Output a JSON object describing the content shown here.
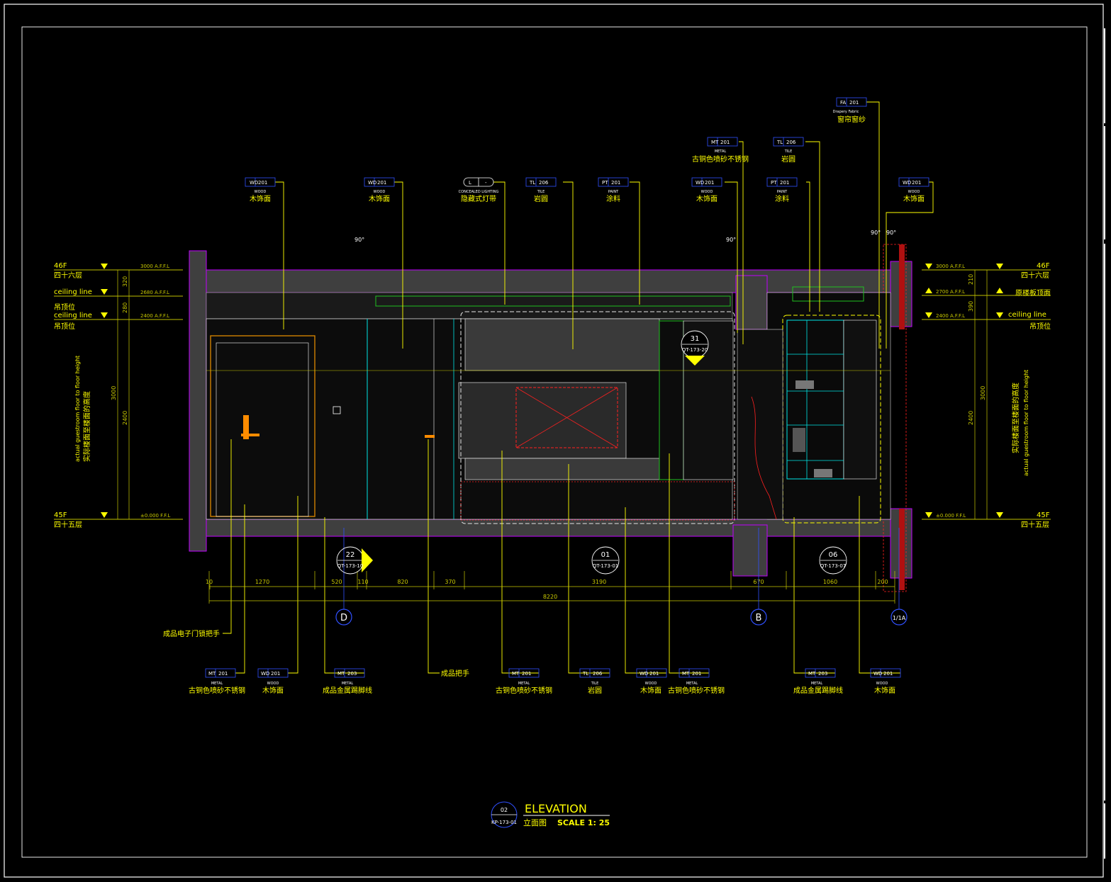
{
  "colors": {
    "background": "#000000",
    "frame": "#ffffff",
    "wall": "#3f3f3f",
    "slab_outline": "#c000ff",
    "leader": "#ffff00",
    "dimension": "#c8c800",
    "hatch": "#e6e6e6",
    "red_hatch": "#ff2020",
    "cyan": "#00e6e6",
    "green": "#20c020",
    "grid_bubble": "#3050ff"
  },
  "title_block": {
    "bubble_top": "02",
    "bubble_bottom": "KP-173-01",
    "title": "ELEVATION",
    "subtitle_cn": "立面图",
    "scale": "SCALE  1: 25"
  },
  "top_tags": [
    {
      "code": "WD",
      "num": "201",
      "en": "WOOD",
      "cn": "木饰面"
    },
    {
      "code": "WD",
      "num": "201",
      "en": "WOOD",
      "cn": "木饰面"
    },
    {
      "code": "L",
      "num": "-",
      "en": "CONCEALED LIGHTING",
      "cn": "隐藏式灯带"
    },
    {
      "code": "TL",
      "num": "206",
      "en": "TILE",
      "cn": "岩圆"
    },
    {
      "code": "PT",
      "num": "201",
      "en": "PAINT",
      "cn": "涂料"
    },
    {
      "code": "WD",
      "num": "201",
      "en": "WOOD",
      "cn": "木饰面"
    },
    {
      "code": "MT",
      "num": "201",
      "en": "METAL",
      "cn": "古铜色喷砂不锈钢"
    },
    {
      "code": "TL",
      "num": "206",
      "en": "TILE",
      "cn": "岩圆"
    },
    {
      "code": "PT",
      "num": "201",
      "en": "PAINT",
      "cn": "涂料"
    },
    {
      "code": "FA",
      "num": "201",
      "en": "Drapery Fabric",
      "cn": "窗帘窗纱"
    },
    {
      "code": "WD",
      "num": "201",
      "en": "WOOD",
      "cn": "木饰面"
    }
  ],
  "bottom_tags": [
    {
      "code": "MT",
      "num": "201",
      "en": "METAL",
      "cn": "古铜色喷砂不锈钢"
    },
    {
      "code": "WD",
      "num": "201",
      "en": "WOOD",
      "cn": "木饰面"
    },
    {
      "code": "MT",
      "num": "203",
      "en": "METAL",
      "cn": "成品金属踢脚线"
    },
    {
      "code": "MT",
      "num": "201",
      "en": "METAL",
      "cn": "古铜色喷砂不锈钢"
    },
    {
      "code": "TL",
      "num": "206",
      "en": "TILE",
      "cn": "岩圆"
    },
    {
      "code": "WD",
      "num": "201",
      "en": "WOOD",
      "cn": "木饰面"
    },
    {
      "code": "MT",
      "num": "201",
      "en": "METAL",
      "cn": "古铜色喷砂不锈钢"
    },
    {
      "code": "MT",
      "num": "203",
      "en": "METAL",
      "cn": "成品金属踢脚线"
    },
    {
      "code": "WD",
      "num": "201",
      "en": "WOOD",
      "cn": "木饰面"
    }
  ],
  "plain_notes": {
    "door_lock": "成品电子门锁把手",
    "handle": "成品把手"
  },
  "levels_left": {
    "top_floor_code": "46F",
    "top_floor_cn": "四十六层",
    "ceiling_line_1": "ceiling line",
    "ceiling_pos_1": "吊顶位",
    "ceiling_line_2": "ceiling line",
    "ceiling_pos_2": "吊顶位",
    "bottom_floor_code": "45F",
    "bottom_floor_cn": "四十五层",
    "vertical_en": "actual guestroom floor to floor height",
    "vertical_cn": "实际楼面至楼面的高度"
  },
  "levels_right": {
    "top_floor_code": "46F",
    "top_floor_cn": "四十六层",
    "slab_cn": "原楼板顶面",
    "ceiling_line": "ceiling line",
    "ceiling_pos": "吊顶位",
    "bottom_floor_code": "45F",
    "bottom_floor_cn": "四十五层",
    "vertical_en": "actual guestroom floor to floor height",
    "vertical_cn": "实际楼面至楼面的高度"
  },
  "level_values": {
    "left": [
      "3000 A.F.F.L",
      "2680 A.F.F.L",
      "2400 A.F.F.L",
      "±0.000 F.F.L"
    ],
    "right": [
      "3000 A.F.F.L",
      "2700 A.F.F.L",
      "2400 A.F.F.L",
      "±0.000 F.F.L"
    ]
  },
  "vertical_dims": {
    "left": [
      "320",
      "280",
      "3000",
      "2400"
    ],
    "right": [
      "210",
      "390",
      "3000",
      "2400"
    ]
  },
  "horizontal_dims": [
    "10",
    "1270",
    "520",
    "110",
    "820",
    "370",
    "3190",
    "670",
    "1060",
    "200"
  ],
  "overall_dim": "8220",
  "angle_marks": [
    "90°",
    "90°",
    "90°",
    "90°"
  ],
  "grid_bubbles": [
    "D",
    "B",
    "1/1A"
  ],
  "section_refs": [
    {
      "num": "22",
      "sheet": "QT-173-10"
    },
    {
      "num": "01",
      "sheet": "QT-173-01"
    },
    {
      "num": "06",
      "sheet": "QT-173-07"
    },
    {
      "num": "31",
      "sheet": "QT-173-20"
    }
  ],
  "chart_data": {
    "type": "elevation-drawing",
    "title": "ELEVATION",
    "scale": "1: 25",
    "total_width_mm": 8220,
    "segments_mm": [
      10,
      1270,
      520,
      110,
      820,
      370,
      3190,
      670,
      1060,
      200
    ],
    "floor_to_floor_mm": 3000,
    "ceiling_height_mm": 2400
  }
}
